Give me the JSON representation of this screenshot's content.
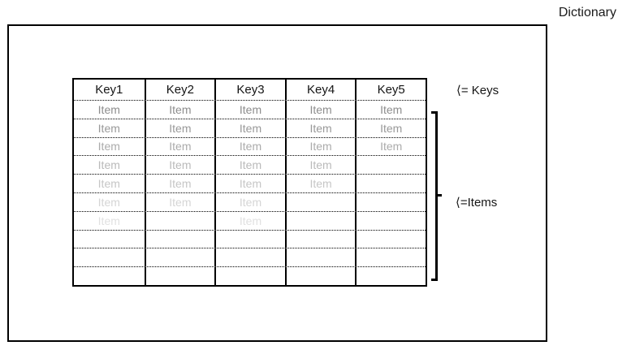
{
  "title": "Dictionary",
  "annotations": {
    "keys_label": "⟨= Keys",
    "items_label": "⟨=Items"
  },
  "table": {
    "headers": [
      "Key1",
      "Key2",
      "Key3",
      "Key4",
      "Key5"
    ],
    "item_text": "Item",
    "items_per_column": [
      7,
      6,
      7,
      5,
      3
    ],
    "total_rows": 10,
    "row_text_colors": [
      "#8d8d8d",
      "#999999",
      "#ababab",
      "#bababa",
      "#c6c6c6",
      "#d5d5d5",
      "#e1e1e1"
    ]
  },
  "colors": {
    "border": "#000000",
    "header_text": "#141414",
    "background": "#ffffff"
  }
}
